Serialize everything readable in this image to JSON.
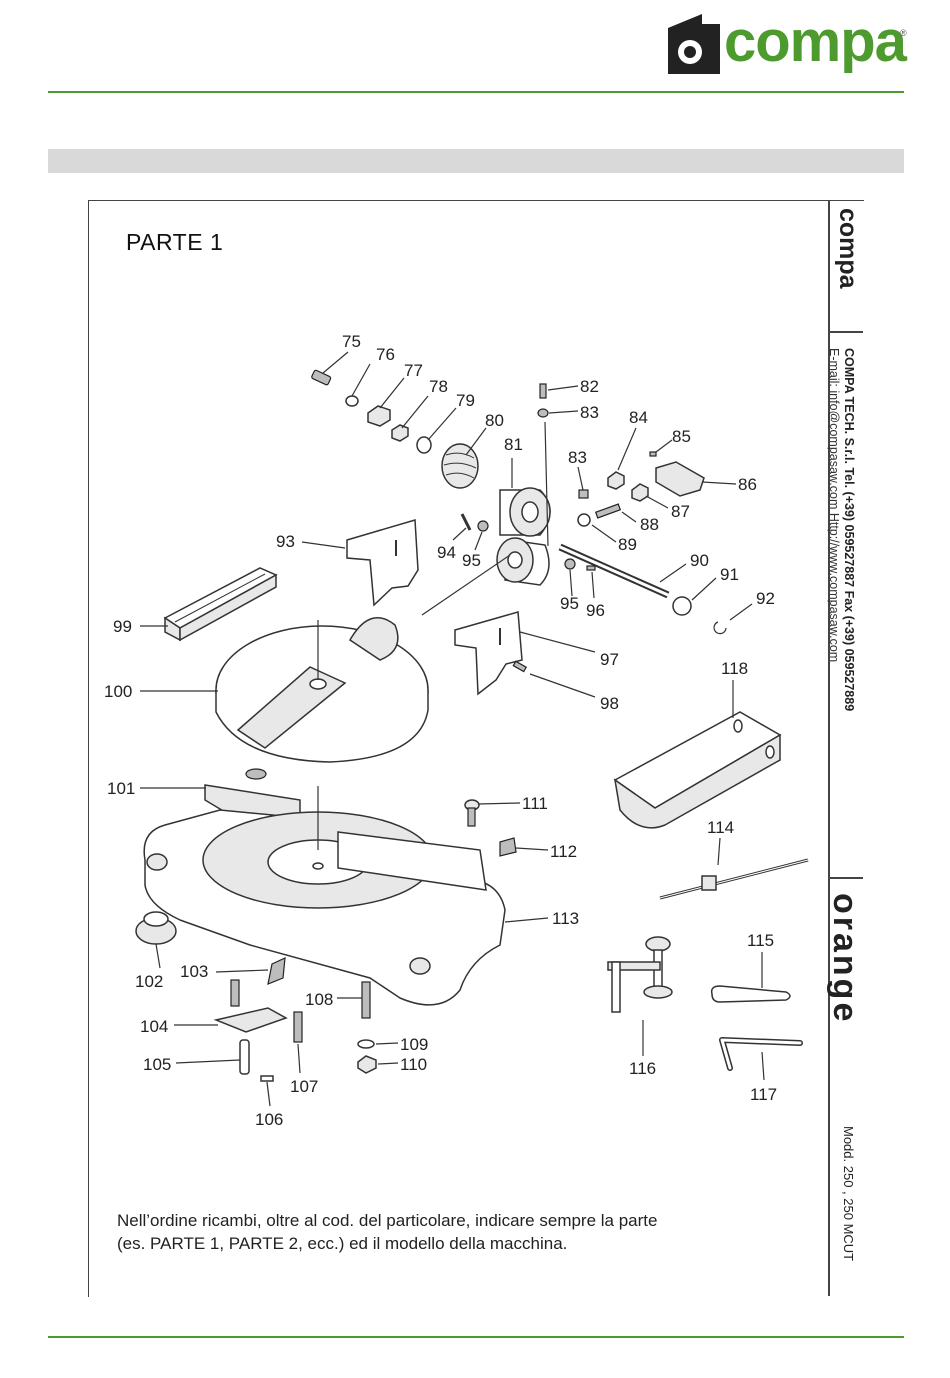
{
  "header": {
    "logo_text": "compa",
    "logo_registered": "®",
    "brand_color": "#4d9a2e"
  },
  "sheet": {
    "title": "PARTE  1",
    "note_line1": "Nell’ordine ricambi, oltre al cod. del particolare, indicare sempre la parte",
    "note_line2": "(es. PARTE 1, PARTE 2, ecc.) ed il modello della macchina."
  },
  "sidebar": {
    "brand": "compa",
    "company": "COMPA TECH. S.r.l.   Tel. (+39) 059527887 Fax (+39) 059527889",
    "contact": "E-mail: info@compasaw.com  Http://www.compasaw.com",
    "product": "orange",
    "model": "Modd. 250 , 250 MCUT"
  },
  "labels": [
    "75",
    "76",
    "77",
    "78",
    "79",
    "80",
    "81",
    "82",
    "83",
    "84",
    "85",
    "86",
    "87",
    "88",
    "89",
    "90",
    "91",
    "92",
    "93",
    "94",
    "95",
    "96",
    "97",
    "98",
    "99",
    "100",
    "101",
    "102",
    "103",
    "104",
    "105",
    "106",
    "107",
    "108",
    "109",
    "110",
    "111",
    "112",
    "113",
    "114",
    "115",
    "116",
    "117",
    "118",
    "83",
    "95"
  ]
}
